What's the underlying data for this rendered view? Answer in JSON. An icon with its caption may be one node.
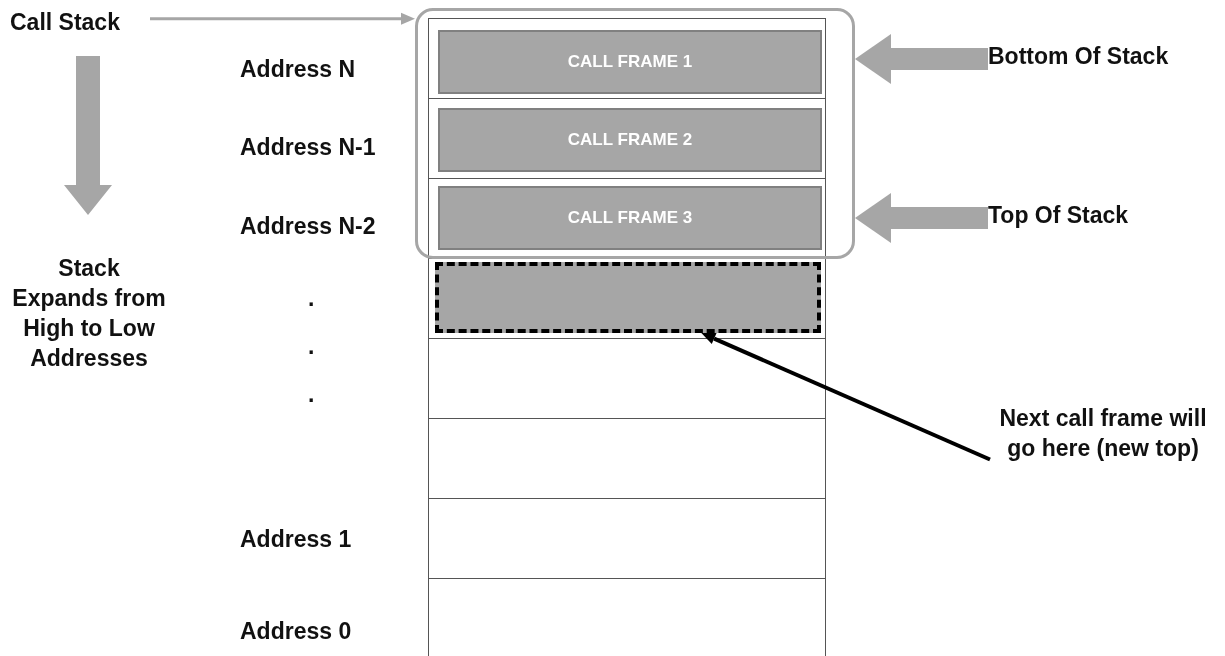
{
  "diagram": {
    "nodes": [
      {
        "text": [
          "Call Stack"
        ]
      },
      {
        "text": [],
        "shape": "box"
      },
      {
        "text": [
          "CALL FRAME 1"
        ],
        "in": 1
      },
      {
        "text": [
          "CALL FRAME 2"
        ],
        "in": 1
      },
      {
        "text": [
          "CALL FRAME 3"
        ],
        "in": 1
      },
      {
        "text": [],
        "shape": "box"
      },
      {
        "text": [
          "Next call frame will go here (new top)"
        ]
      },
      {
        "text": [
          "Bottom Of Stack"
        ]
      },
      {
        "text": [
          "Top Of Stack"
        ]
      }
    ],
    "edges": [
      {
        "from": 0,
        "to": 1,
        "arrow": "to"
      },
      {
        "from": 7,
        "to": 1,
        "arrow": "to",
        "style": "thick"
      },
      {
        "from": 8,
        "to": 1,
        "arrow": "to",
        "style": "thick"
      },
      {
        "from": 6,
        "to": 5,
        "arrow": "to",
        "color": "#000000"
      }
    ],
    "labels": [
      "Address N",
      "Address N-1",
      "Address N-2",
      "Stack Expands from High to Low Addresses",
      ".",
      ".",
      ".",
      "Address 1",
      "Address 0"
    ]
  }
}
